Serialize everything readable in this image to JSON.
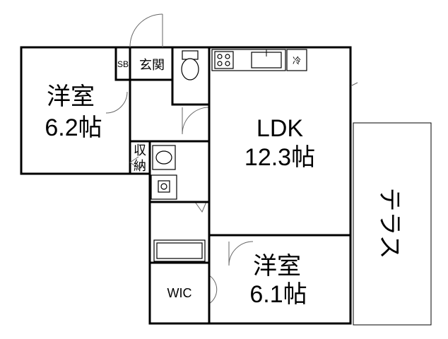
{
  "rooms": {
    "western_left_name": "洋室",
    "western_left_size": "6.2帖",
    "ldk_name": "LDK",
    "ldk_size": "12.3帖",
    "western_right_name": "洋室",
    "western_right_size": "6.1帖",
    "terrace": "テラス",
    "entrance": "玄関",
    "shoe_box": "SB",
    "storage_1": "収",
    "storage_2": "納",
    "walk_in_closet": "WIC",
    "fridge": "冷"
  }
}
